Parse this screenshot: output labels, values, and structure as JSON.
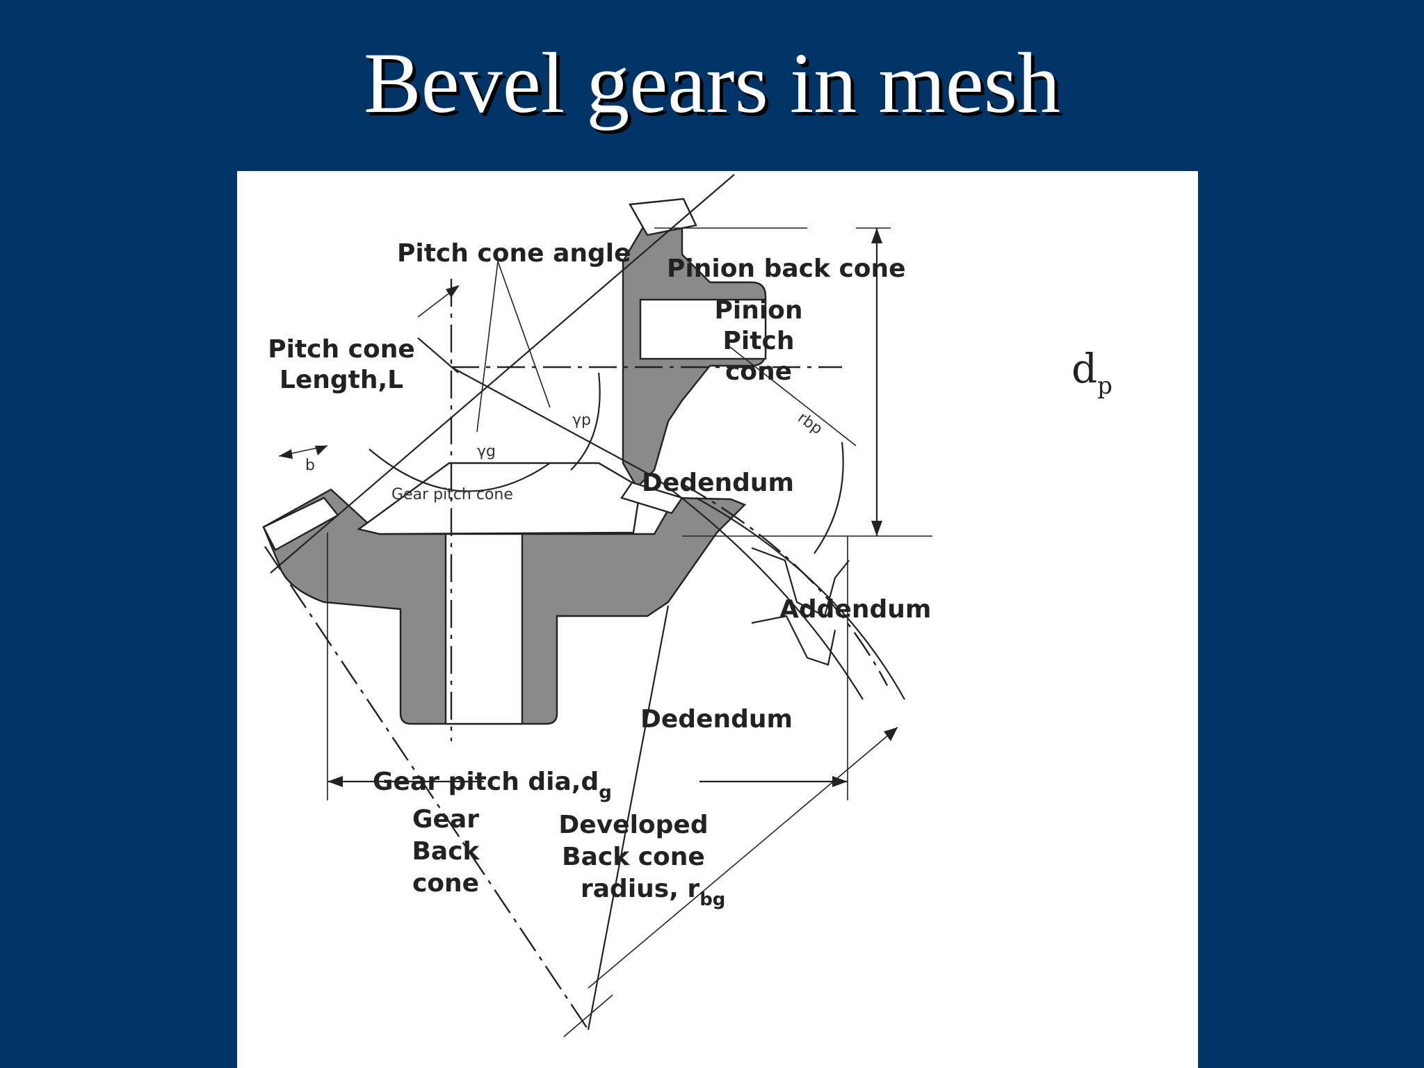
{
  "slide": {
    "title": "Bevel gears in mesh",
    "background_color": "#003366",
    "title_color": "#ffffff"
  },
  "diagram": {
    "labels": {
      "pitch_cone_angle": "Pitch cone angle",
      "pinion_back_cone": "Pinion back cone",
      "pitch_cone_length_line1": "Pitch cone",
      "pitch_cone_length_line2": "Length,L",
      "pinion_pitch_cone_line1": "Pinion",
      "pinion_pitch_cone_line2": "Pitch",
      "pinion_pitch_cone_line3": "cone",
      "dp_main": "d",
      "dp_sub": "p",
      "face_width": "b",
      "gamma_g": "γg",
      "gamma_p": "γp",
      "rbp": "rbp",
      "gear_pitch_cone": "Gear pitch cone",
      "dedendum_top": "Dedendum",
      "addendum": "Addendum",
      "dedendum_bottom": "Dedendum",
      "gear_pitch_dia_main": "Gear pitch dia,d",
      "gear_pitch_dia_sub": "g",
      "gear_back_cone_line1": "Gear",
      "gear_back_cone_line2": "Back",
      "gear_back_cone_line3": "cone",
      "developed_line1": "Developed",
      "developed_line2": "Back cone",
      "developed_line3_main": "radius, r",
      "developed_line3_sub": "bg"
    },
    "colors": {
      "hatch_fill": "#8a8a8a",
      "line": "#222222",
      "paper": "#ffffff"
    }
  }
}
